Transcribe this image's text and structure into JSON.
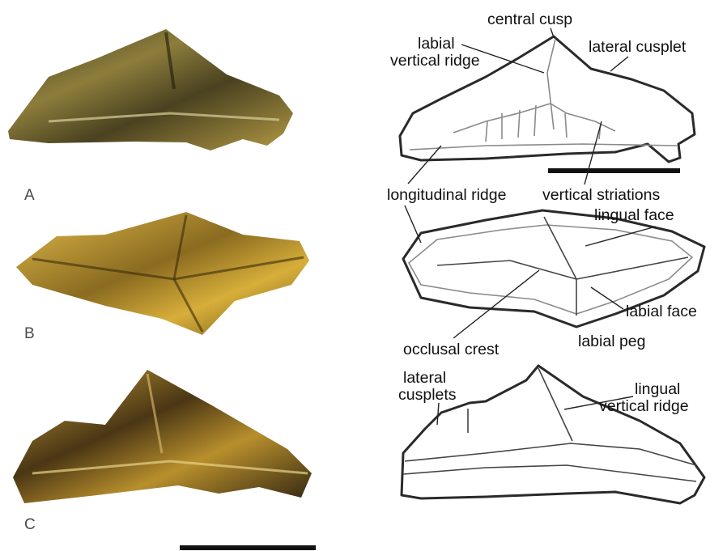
{
  "panel_labels": {
    "a": "A",
    "b": "B",
    "c": "C"
  },
  "annotations": {
    "central_cusp": "central cusp",
    "labial_vertical_ridge_1": "labial",
    "labial_vertical_ridge_2": "vertical ridge",
    "lateral_cusplet": "lateral cusplet",
    "longitudinal_ridge": "longitudinal ridge",
    "vertical_striations": "vertical striations",
    "lingual_face": "lingual face",
    "labial_face": "labial face",
    "occlusal_crest": "occlusal crest",
    "labial_peg": "labial peg",
    "lateral_cusplets_1": "lateral",
    "lateral_cusplets_2": "cusplets",
    "lingual_vertical_ridge_1": "lingual",
    "lingual_vertical_ridge_2": "vertical ridge"
  },
  "colors": {
    "tooth_gold": "#c9a23a",
    "tooth_dark": "#3a3318",
    "outline": "#2a2a2a"
  }
}
